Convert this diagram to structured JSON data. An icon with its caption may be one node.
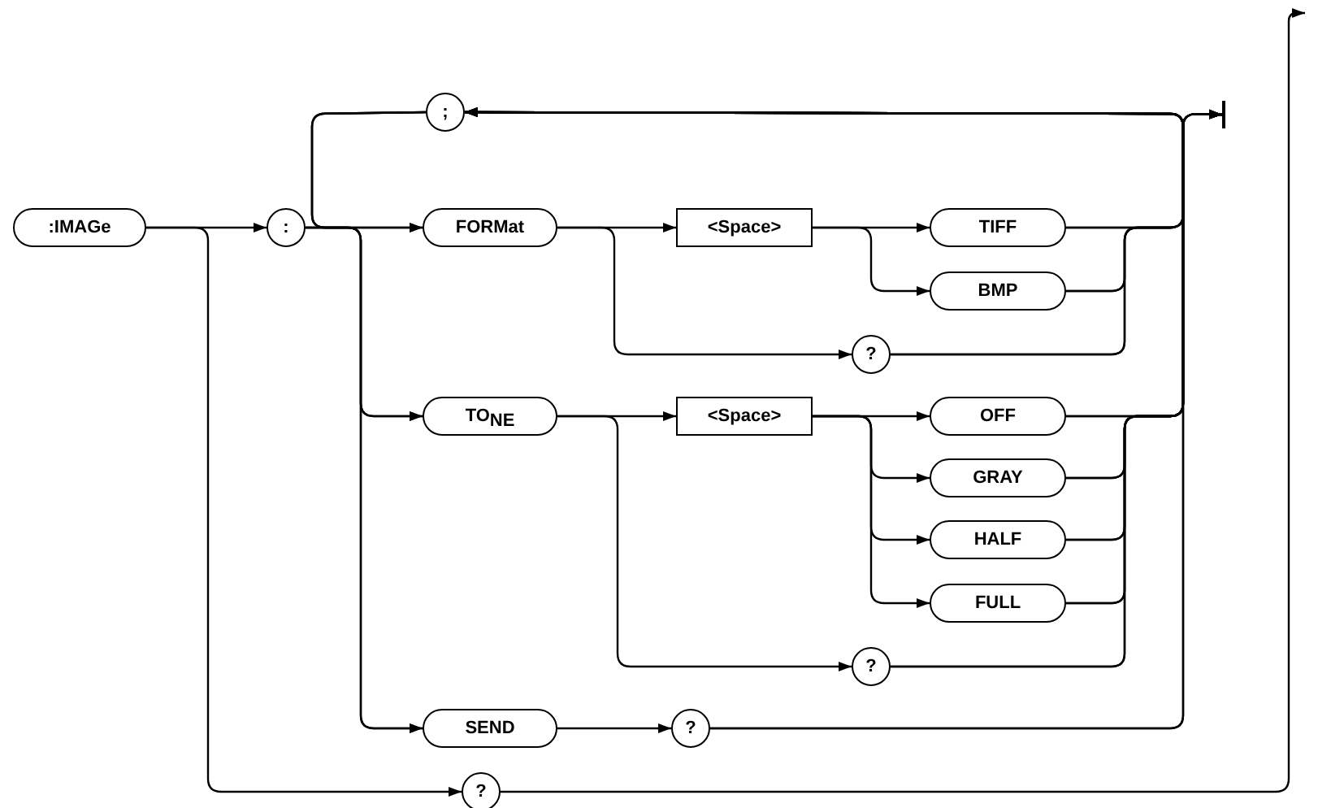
{
  "diagram": {
    "nodes": [
      {
        "text": [
          ":IMAGe"
        ]
      },
      {
        "text": [
          ":"
        ]
      },
      {
        "text": [
          ";"
        ]
      },
      {
        "text": [
          "FORMat"
        ]
      },
      {
        "text": [
          "<Space>"
        ]
      },
      {
        "text": [
          "TIFF"
        ]
      },
      {
        "text": [
          "BMP"
        ]
      },
      {
        "text": [
          "?"
        ]
      },
      {
        "text": [
          "TO$_{NE}$"
        ]
      },
      {
        "text": [
          "<Space>"
        ]
      },
      {
        "text": [
          "OFF"
        ]
      },
      {
        "text": [
          "GRAY"
        ]
      },
      {
        "text": [
          "HALF"
        ]
      },
      {
        "text": [
          "FULL"
        ]
      },
      {
        "text": [
          "?"
        ]
      },
      {
        "text": [
          "SEND"
        ]
      },
      {
        "text": [
          "?"
        ]
      },
      {
        "text": [
          "?"
        ]
      },
      {
        "text": [],
        "shape": "bar"
      }
    ],
    "edges": [
      {
        "from": 0,
        "to": 1,
        "arrow": "to"
      },
      {
        "from": 0,
        "to": 17,
        "arrow": "to"
      },
      {
        "from": 1,
        "to": 3,
        "arrow": "to"
      },
      {
        "from": 1,
        "to": 8,
        "arrow": "to"
      },
      {
        "from": 1,
        "to": 15,
        "arrow": "to"
      },
      {
        "from": 3,
        "to": 4,
        "arrow": "to"
      },
      {
        "from": 3,
        "to": 7,
        "arrow": "to"
      },
      {
        "from": 4,
        "to": 5,
        "arrow": "to"
      },
      {
        "from": 4,
        "to": 6,
        "arrow": "to"
      },
      {
        "from": 8,
        "to": 9,
        "arrow": "to"
      },
      {
        "from": 8,
        "to": 14,
        "arrow": "to"
      },
      {
        "from": 9,
        "to": 10,
        "arrow": "to"
      },
      {
        "from": 9,
        "to": 11,
        "arrow": "to"
      },
      {
        "from": 9,
        "to": 12,
        "arrow": "to"
      },
      {
        "from": 9,
        "to": 13,
        "arrow": "to"
      },
      {
        "from": 15,
        "to": 16,
        "arrow": "to"
      },
      {
        "from": 5,
        "to": 18,
        "arrow": "to"
      },
      {
        "from": 6,
        "to": 18,
        "arrow": "to"
      },
      {
        "from": 7,
        "to": 18,
        "arrow": "to"
      },
      {
        "from": 10,
        "to": 18,
        "arrow": "to"
      },
      {
        "from": 11,
        "to": 18,
        "arrow": "to"
      },
      {
        "from": 12,
        "to": 18,
        "arrow": "to"
      },
      {
        "from": 13,
        "to": 18,
        "arrow": "to"
      },
      {
        "from": 14,
        "to": 18,
        "arrow": "to"
      },
      {
        "from": 16,
        "to": 18,
        "arrow": "to"
      },
      {
        "from": 5,
        "to": 2,
        "arrow": "to"
      },
      {
        "from": 6,
        "to": 2,
        "arrow": "to"
      },
      {
        "from": 7,
        "to": 2,
        "arrow": "to"
      },
      {
        "from": 10,
        "to": 2,
        "arrow": "to"
      },
      {
        "from": 11,
        "to": 2,
        "arrow": "to"
      },
      {
        "from": 12,
        "to": 2,
        "arrow": "to"
      },
      {
        "from": 13,
        "to": 2,
        "arrow": "to"
      },
      {
        "from": 14,
        "to": 2,
        "arrow": "to"
      },
      {
        "from": 16,
        "to": 2,
        "arrow": "to"
      },
      {
        "from": 2,
        "to": 3,
        "arrow": "to"
      },
      {
        "from": 2,
        "to": 8,
        "arrow": "to"
      },
      {
        "from": 2,
        "to": 15,
        "arrow": "to"
      },
      {
        "from": 17,
        "to": null,
        "arrow": "to"
      }
    ]
  }
}
